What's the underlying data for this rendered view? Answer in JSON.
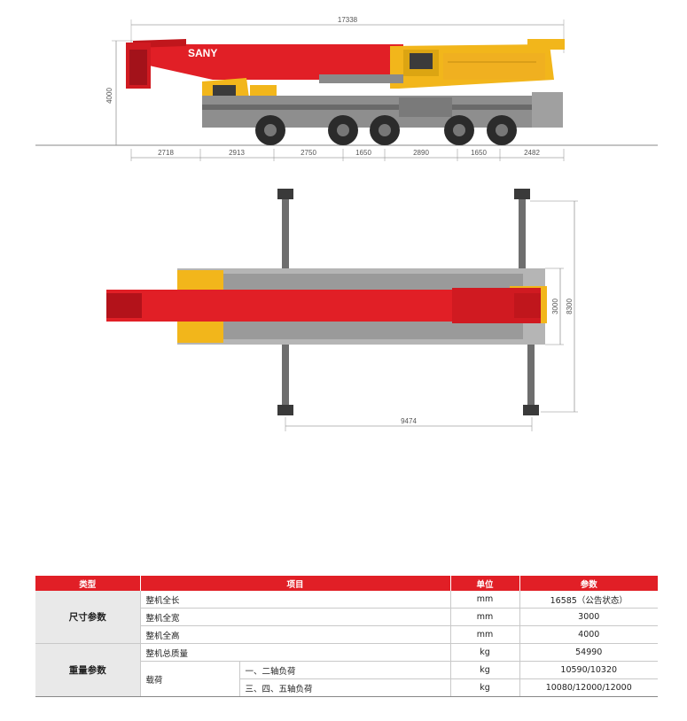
{
  "drawing": {
    "side": {
      "brand": "SANY",
      "overall_length": "17338",
      "height": "4000",
      "segments": [
        "2718",
        "2913",
        "2750",
        "1650",
        "2890",
        "1650",
        "2482"
      ]
    },
    "top": {
      "outrigger_span_long": "9474",
      "outrigger_span_wide": "8300",
      "body_width": "3000"
    }
  },
  "table": {
    "headers": [
      "类型",
      "项目",
      "单位",
      "参数"
    ],
    "groups": [
      {
        "category": "尺寸参数",
        "rows": [
          {
            "item": "整机全长",
            "unit": "mm",
            "value": "16585（公告状态）"
          },
          {
            "item": "整机全宽",
            "unit": "mm",
            "value": "3000"
          },
          {
            "item": "整机全高",
            "unit": "mm",
            "value": "4000"
          }
        ]
      },
      {
        "category": "重量参数",
        "rows": [
          {
            "item": "整机总质量",
            "unit": "kg",
            "value": "54990"
          },
          {
            "item": "载荷",
            "sub": "一、二轴负荷",
            "unit": "kg",
            "value": "10590/10320"
          },
          {
            "item": "",
            "sub": "三、四、五轴负荷",
            "unit": "kg",
            "value": "10080/12000/12000"
          }
        ]
      }
    ]
  },
  "colors": {
    "red": "#e11f26",
    "yellow": "#f2b61b",
    "grey": "#7d7d7d",
    "dark": "#2b2b2b"
  }
}
